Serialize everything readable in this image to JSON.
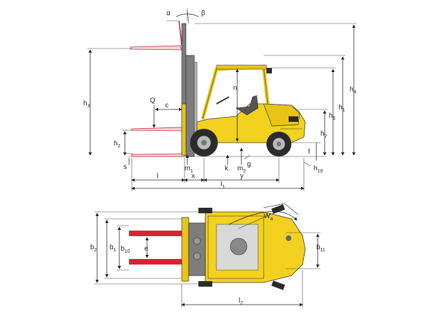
{
  "labels": {
    "alpha": "α",
    "beta": "β",
    "h4": {
      "base": "h",
      "sub": "4"
    },
    "h1": {
      "base": "h",
      "sub": "1"
    },
    "h6": {
      "base": "h",
      "sub": "6"
    },
    "h7": {
      "base": "h",
      "sub": "7"
    },
    "h3": {
      "base": "h",
      "sub": "3"
    },
    "h2": {
      "base": "h",
      "sub": "2"
    },
    "h10": {
      "base": "h",
      "sub": "10"
    },
    "Q": "Q",
    "c": "c",
    "n": "n",
    "f": "f",
    "s": "s",
    "m1": {
      "base": "m",
      "sub": "1"
    },
    "k": "k",
    "m2": {
      "base": "m",
      "sub": "2"
    },
    "g": "g",
    "l": "l",
    "x": "x",
    "y": "y",
    "l1": {
      "base": "l",
      "sub": "1"
    },
    "l2": {
      "base": "l",
      "sub": "2"
    },
    "b2": {
      "base": "b",
      "sub": "2"
    },
    "b1": {
      "base": "b",
      "sub": "1"
    },
    "b10": {
      "base": "b",
      "sub": "10"
    },
    "b11": {
      "base": "b",
      "sub": "11"
    },
    "e": "e",
    "Wa": {
      "base": "W",
      "sub": "a"
    }
  },
  "colors": {
    "body": "#f2d21f",
    "mast": "#7d7d7d",
    "forks": "#d6232f",
    "tyres": "#2b2b2b"
  }
}
